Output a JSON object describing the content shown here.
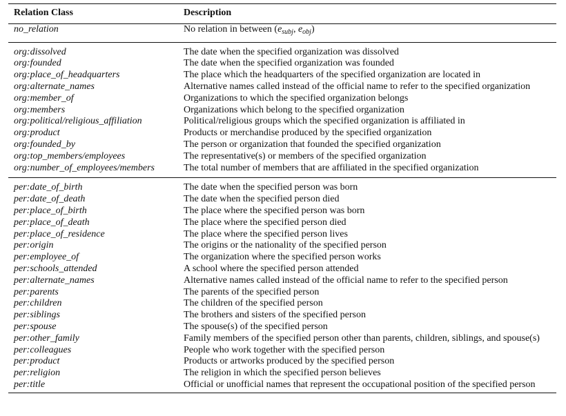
{
  "header": {
    "relation_class": "Relation Class",
    "description": "Description"
  },
  "no_relation": {
    "relation": "no_relation",
    "description_prefix": "No relation in between (",
    "e": "e",
    "subj": "subj",
    "comma": ", ",
    "obj": "obj",
    "description_suffix": ")"
  },
  "org_rows": [
    {
      "relation": "org:dissolved",
      "description": "The date when the specified organization was dissolved"
    },
    {
      "relation": "org:founded",
      "description": "The date when the specified organization was founded"
    },
    {
      "relation": "org:place_of_headquarters",
      "description": "The place which the headquarters of the specified organization are located in"
    },
    {
      "relation": "org:alternate_names",
      "description": "Alternative names called instead of the official name to refer to the specified organization"
    },
    {
      "relation": "org:member_of",
      "description": "Organizations to which the specified organization belongs"
    },
    {
      "relation": "org:members",
      "description": "Organizations which belong to the specified organization"
    },
    {
      "relation": "org:political/religious_affiliation",
      "description": "Political/religious groups which the specified organization is affiliated in"
    },
    {
      "relation": "org:product",
      "description": "Products or merchandise produced by the specified organization"
    },
    {
      "relation": "org:founded_by",
      "description": "The person or organization that founded the specified organization"
    },
    {
      "relation": "org:top_members/employees",
      "description": "The representative(s) or members of the specified organization"
    },
    {
      "relation": "org:number_of_employees/members",
      "description": "The total number of members that are affiliated in the specified organization"
    }
  ],
  "per_rows": [
    {
      "relation": "per:date_of_birth",
      "description": "The date when the specified person was born"
    },
    {
      "relation": "per:date_of_death",
      "description": "The date when the specified person died"
    },
    {
      "relation": "per:place_of_birth",
      "description": "The place where the specified person was born"
    },
    {
      "relation": "per:place_of_death",
      "description": "The place where the specified person died"
    },
    {
      "relation": "per:place_of_residence",
      "description": "The place where the specified person lives"
    },
    {
      "relation": "per:origin",
      "description": "The origins or the nationality of the specified person"
    },
    {
      "relation": "per:employee_of",
      "description": "The organization where the specified person works"
    },
    {
      "relation": "per:schools_attended",
      "description": "A school where the specified person attended"
    },
    {
      "relation": "per:alternate_names",
      "description": "Alternative names called instead of the official name to refer to the specified person"
    },
    {
      "relation": "per:parents",
      "description": "The parents of the specified person"
    },
    {
      "relation": "per:children",
      "description": "The children of the specified person"
    },
    {
      "relation": "per:siblings",
      "description": "The brothers and sisters of the specified person"
    },
    {
      "relation": "per:spouse",
      "description": "The spouse(s) of the specified person"
    },
    {
      "relation": "per:other_family",
      "description": "Family members of the specified person other than parents, children, siblings, and spouse(s)"
    },
    {
      "relation": "per:colleagues",
      "description": "People who work together with the specified person"
    },
    {
      "relation": "per:product",
      "description": "Products or artworks produced by the specified person"
    },
    {
      "relation": "per:religion",
      "description": "The religion in which the specified person believes"
    },
    {
      "relation": "per:title",
      "description": "Official or unofficial names that represent the occupational position of the specified person"
    }
  ]
}
